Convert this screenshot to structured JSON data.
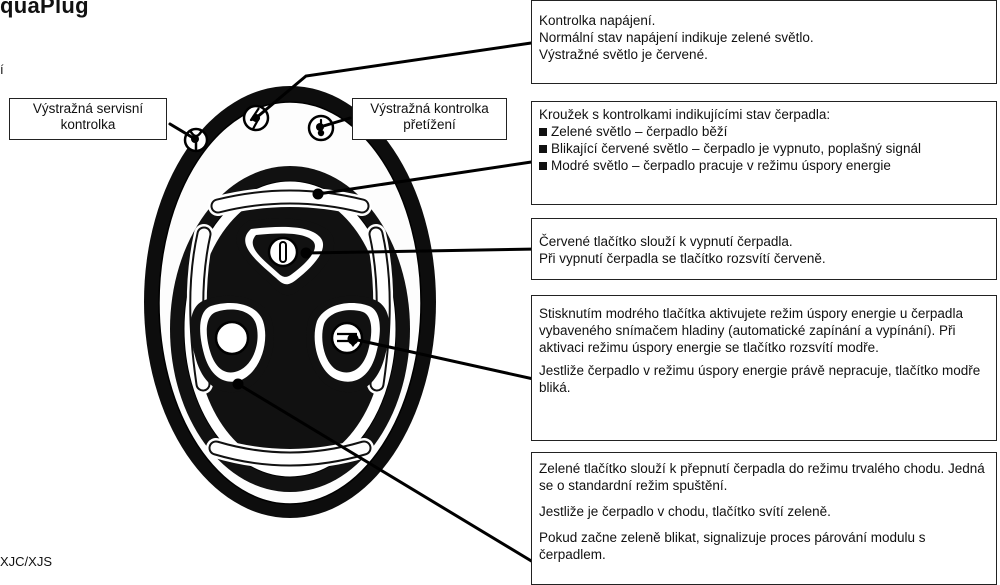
{
  "title": "quaPlug",
  "side_fragments": {
    "top": "í",
    "bottom": "XJC/XJS"
  },
  "labels": {
    "service_warning": "Výstražná servisní\nkontrolka",
    "overload_warning": "Výstražná kontrolka\npřetížení"
  },
  "callouts": {
    "power": [
      "Kontrolka napájení.",
      "Normální stav napájení indikuje zelené světlo.",
      "Výstražné světlo je červené."
    ],
    "ring": {
      "intro": "Kroužek s kontrolkami indikujícími stav čerpadla:",
      "items": [
        "Zelené světlo – čerpadlo běží",
        "Blikající červené světlo – čerpadlo je vypnuto, poplašný signál",
        "Modré světlo – čerpadlo pracuje v režimu úspory energie"
      ]
    },
    "red_button": [
      "Červené tlačítko slouží k vypnutí čerpadla.",
      "Při vypnutí čerpadla se tlačítko rozsvítí červeně."
    ],
    "blue_button": [
      "Stisknutím modrého tlačítka aktivujete režim úspory energie u čerpadla vybaveného snímačem hladiny (automatické zapínání a vypínání). Při aktivaci režimu úspory energie se tlačítko rozsvítí modře.",
      "Jestliže čerpadlo v režimu úspory energie právě nepracuje, tlačítko modře bliká."
    ],
    "green_button": [
      "Zelené tlačítko slouží k přepnutí čerpadla do režimu trvalého chodu. Jedná se o standardní režim spuštění.",
      "Jestliže je čerpadlo v chodu, tlačítko svítí zeleně.",
      "Pokud začne zeleně blikat, signalizuje proces párování modulu s čerpadlem."
    ]
  }
}
